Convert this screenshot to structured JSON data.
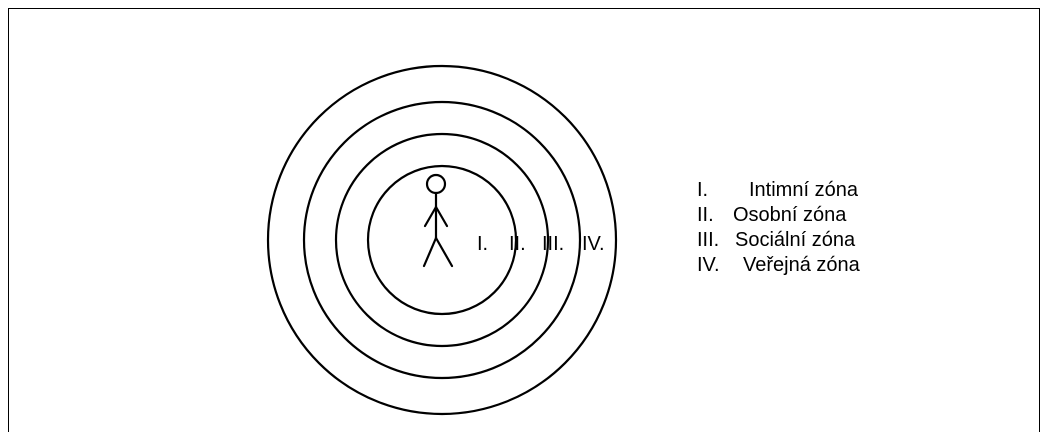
{
  "diagram": {
    "zone_numerals": [
      "I.",
      "II.",
      "III.",
      "IV."
    ],
    "legend": [
      {
        "numeral": "I.",
        "label": "Intimní zóna"
      },
      {
        "numeral": "II.",
        "label": "Osobní zóna"
      },
      {
        "numeral": "III.",
        "label": "Sociální zóna"
      },
      {
        "numeral": "IV.",
        "label": "Veřejná zóna"
      }
    ]
  }
}
